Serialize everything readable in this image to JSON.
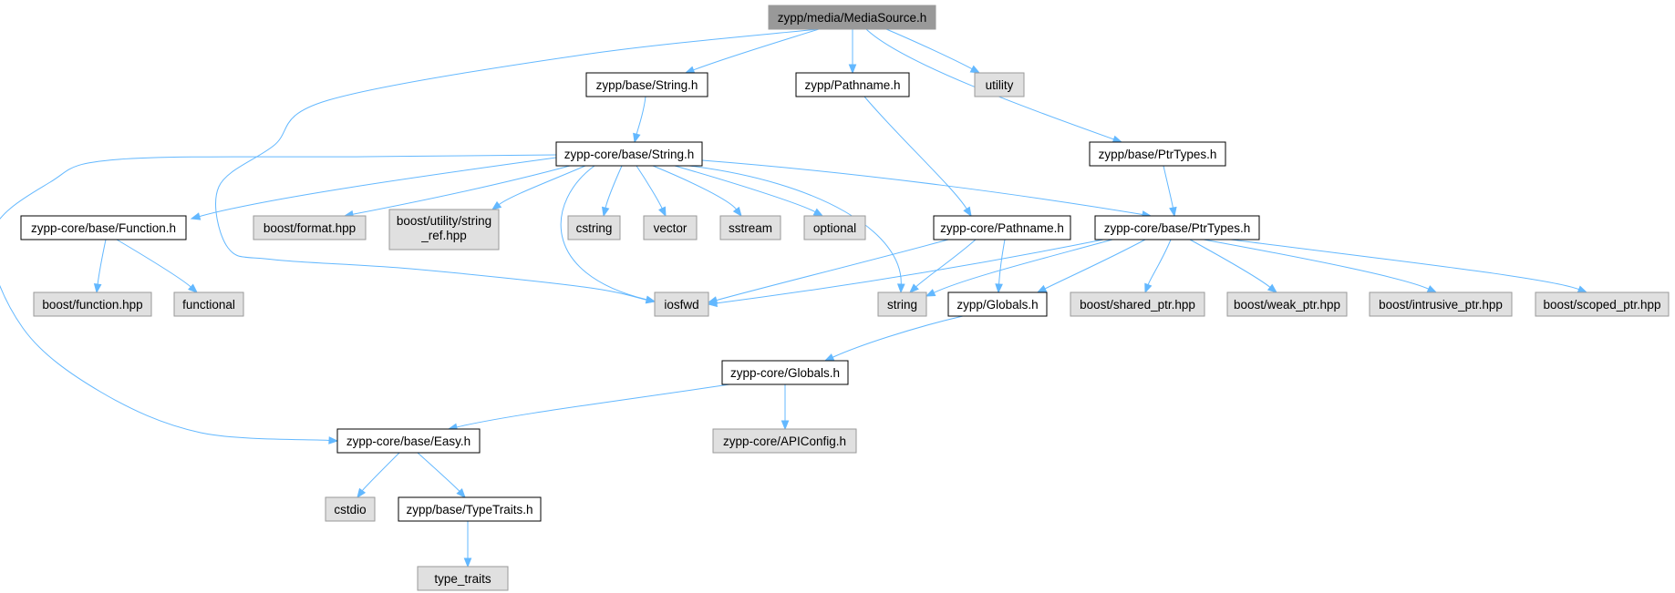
{
  "diagram": {
    "type": "include-dependency-graph",
    "root": "media_source",
    "colors": {
      "edge": "#63b8ff",
      "root_fill": "#999999",
      "file_fill": "#ffffff",
      "file_stroke": "#000000",
      "system_fill": "#e0e0e0",
      "system_stroke": "#999999"
    },
    "nodes": [
      {
        "id": "media_source",
        "label": "zypp/media/MediaSource.h",
        "kind": "root"
      },
      {
        "id": "base_string",
        "label": "zypp/base/String.h",
        "kind": "file"
      },
      {
        "id": "pathname",
        "label": "zypp/Pathname.h",
        "kind": "file"
      },
      {
        "id": "utility",
        "label": "utility",
        "kind": "system"
      },
      {
        "id": "core_string",
        "label": "zypp-core/base/String.h",
        "kind": "file"
      },
      {
        "id": "base_ptrtypes",
        "label": "zypp/base/PtrTypes.h",
        "kind": "file"
      },
      {
        "id": "core_function",
        "label": "zypp-core/base/Function.h",
        "kind": "file"
      },
      {
        "id": "boost_format",
        "label": "boost/format.hpp",
        "kind": "system"
      },
      {
        "id": "boost_string_ref",
        "label": "boost/utility/string",
        "label2": "_ref.hpp",
        "kind": "system"
      },
      {
        "id": "cstring",
        "label": "cstring",
        "kind": "system"
      },
      {
        "id": "vector",
        "label": "vector",
        "kind": "system"
      },
      {
        "id": "sstream",
        "label": "sstream",
        "kind": "system"
      },
      {
        "id": "optional",
        "label": "optional",
        "kind": "system"
      },
      {
        "id": "core_pathname",
        "label": "zypp-core/Pathname.h",
        "kind": "file"
      },
      {
        "id": "core_ptrtypes",
        "label": "zypp-core/base/PtrTypes.h",
        "kind": "file"
      },
      {
        "id": "boost_function",
        "label": "boost/function.hpp",
        "kind": "system"
      },
      {
        "id": "functional",
        "label": "functional",
        "kind": "system"
      },
      {
        "id": "iosfwd",
        "label": "iosfwd",
        "kind": "system"
      },
      {
        "id": "string",
        "label": "string",
        "kind": "system"
      },
      {
        "id": "zypp_globals",
        "label": "zypp/Globals.h",
        "kind": "file"
      },
      {
        "id": "boost_shared_ptr",
        "label": "boost/shared_ptr.hpp",
        "kind": "system"
      },
      {
        "id": "boost_weak_ptr",
        "label": "boost/weak_ptr.hpp",
        "kind": "system"
      },
      {
        "id": "boost_intrusive_ptr",
        "label": "boost/intrusive_ptr.hpp",
        "kind": "system"
      },
      {
        "id": "boost_scoped_ptr",
        "label": "boost/scoped_ptr.hpp",
        "kind": "system"
      },
      {
        "id": "core_globals",
        "label": "zypp-core/Globals.h",
        "kind": "file"
      },
      {
        "id": "core_easy",
        "label": "zypp-core/base/Easy.h",
        "kind": "file"
      },
      {
        "id": "apiconfig",
        "label": "zypp-core/APIConfig.h",
        "kind": "system"
      },
      {
        "id": "cstdio",
        "label": "cstdio",
        "kind": "system"
      },
      {
        "id": "typetraits_h",
        "label": "zypp/base/TypeTraits.h",
        "kind": "file"
      },
      {
        "id": "type_traits",
        "label": "type_traits",
        "kind": "system"
      }
    ],
    "edges": [
      {
        "from": "media_source",
        "to": "base_string"
      },
      {
        "from": "media_source",
        "to": "pathname"
      },
      {
        "from": "media_source",
        "to": "utility"
      },
      {
        "from": "media_source",
        "to": "base_ptrtypes"
      },
      {
        "from": "media_source",
        "to": "iosfwd"
      },
      {
        "from": "base_string",
        "to": "core_string"
      },
      {
        "from": "pathname",
        "to": "core_pathname"
      },
      {
        "from": "base_ptrtypes",
        "to": "core_ptrtypes"
      },
      {
        "from": "core_string",
        "to": "core_function"
      },
      {
        "from": "core_string",
        "to": "boost_format"
      },
      {
        "from": "core_string",
        "to": "boost_string_ref"
      },
      {
        "from": "core_string",
        "to": "cstring"
      },
      {
        "from": "core_string",
        "to": "vector"
      },
      {
        "from": "core_string",
        "to": "sstream"
      },
      {
        "from": "core_string",
        "to": "optional"
      },
      {
        "from": "core_string",
        "to": "iosfwd"
      },
      {
        "from": "core_string",
        "to": "string"
      },
      {
        "from": "core_string",
        "to": "core_ptrtypes"
      },
      {
        "from": "core_string",
        "to": "core_easy"
      },
      {
        "from": "core_function",
        "to": "boost_function"
      },
      {
        "from": "core_function",
        "to": "functional"
      },
      {
        "from": "core_pathname",
        "to": "iosfwd"
      },
      {
        "from": "core_pathname",
        "to": "string"
      },
      {
        "from": "core_pathname",
        "to": "zypp_globals"
      },
      {
        "from": "core_ptrtypes",
        "to": "iosfwd"
      },
      {
        "from": "core_ptrtypes",
        "to": "string"
      },
      {
        "from": "core_ptrtypes",
        "to": "zypp_globals"
      },
      {
        "from": "core_ptrtypes",
        "to": "boost_shared_ptr"
      },
      {
        "from": "core_ptrtypes",
        "to": "boost_weak_ptr"
      },
      {
        "from": "core_ptrtypes",
        "to": "boost_intrusive_ptr"
      },
      {
        "from": "core_ptrtypes",
        "to": "boost_scoped_ptr"
      },
      {
        "from": "zypp_globals",
        "to": "core_globals"
      },
      {
        "from": "core_globals",
        "to": "core_easy"
      },
      {
        "from": "core_globals",
        "to": "apiconfig"
      },
      {
        "from": "core_easy",
        "to": "cstdio"
      },
      {
        "from": "core_easy",
        "to": "typetraits_h"
      },
      {
        "from": "typetraits_h",
        "to": "type_traits"
      }
    ]
  }
}
